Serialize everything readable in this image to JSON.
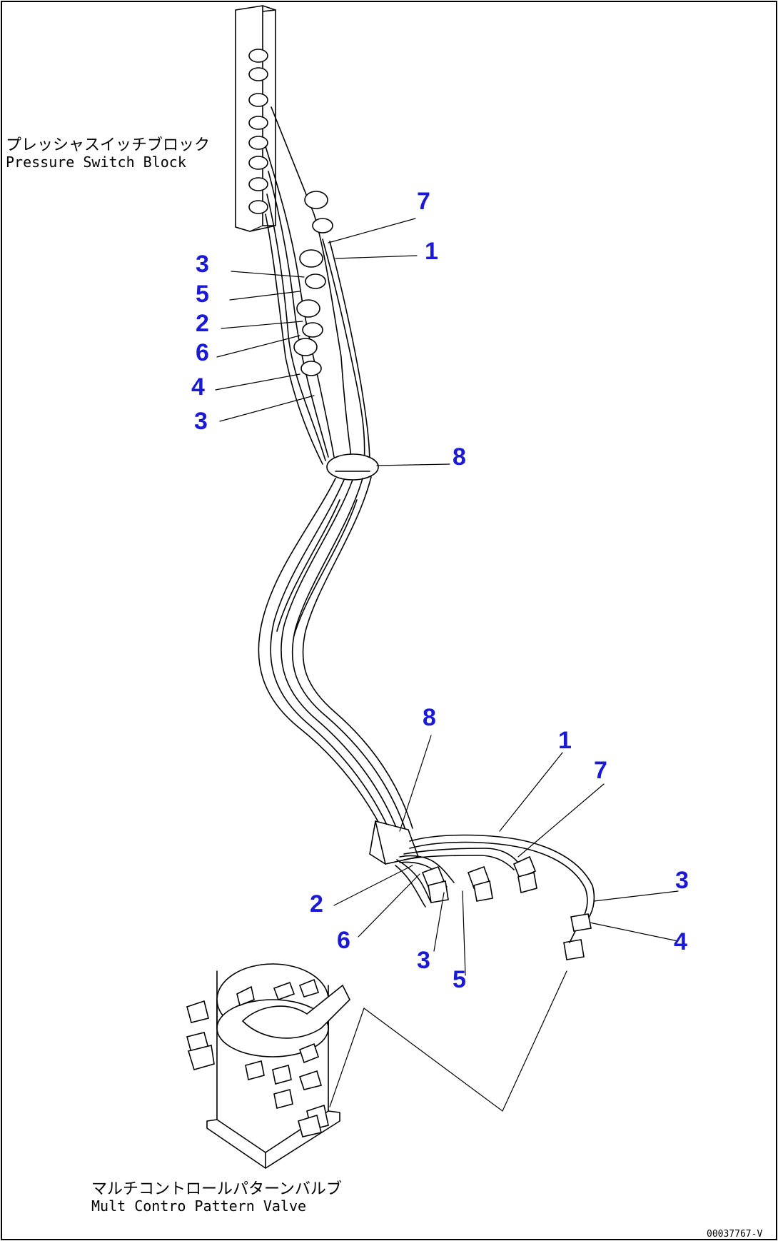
{
  "labels": {
    "pressure_switch_block_jp": "プレッシャスイッチブロック",
    "pressure_switch_block_en": "Pressure Switch Block",
    "valve_jp": "マルチコントロールパターンバルブ",
    "valve_en": "Mult  Contro  Pattern Valve",
    "drawing_id": "00037767-V"
  },
  "callouts": {
    "top_7": "7",
    "top_1": "1",
    "top_3a": "3",
    "top_5": "5",
    "top_2": "2",
    "top_6": "6",
    "top_4": "4",
    "top_3b": "3",
    "top_8": "8",
    "bot_8": "8",
    "bot_1": "1",
    "bot_7": "7",
    "bot_3r": "3",
    "bot_4r": "4",
    "bot_2": "2",
    "bot_6": "6",
    "bot_3": "3",
    "bot_5": "5"
  },
  "colors": {
    "callout": "#1a1ad6",
    "line": "#000000",
    "background": "#ffffff"
  }
}
